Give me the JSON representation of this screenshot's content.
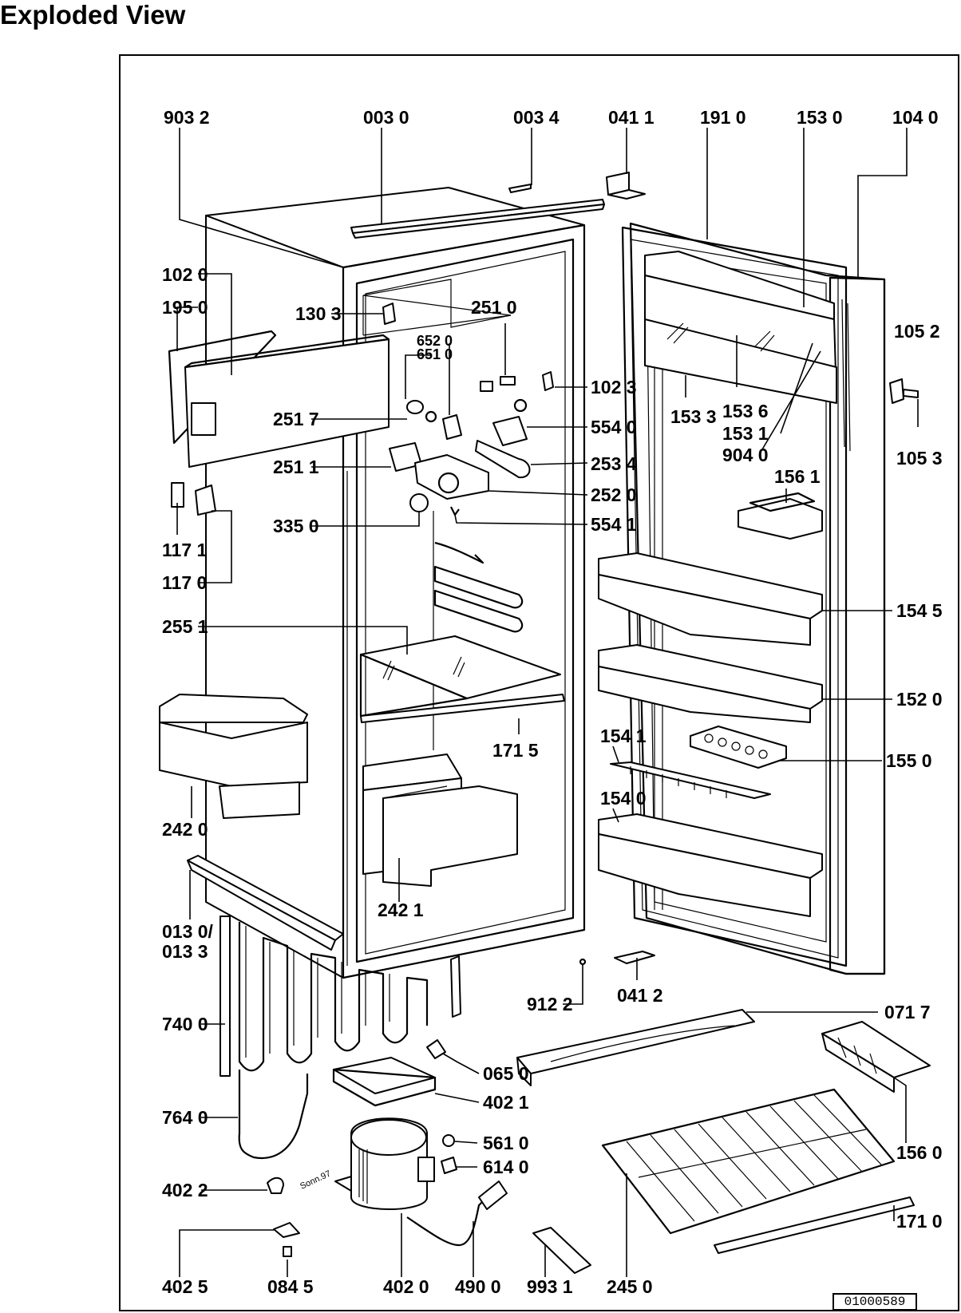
{
  "title": "Exploded View",
  "drawing_number": "01000589",
  "labels": {
    "p903_2": "903 2",
    "p003_0": "003 0",
    "p003_4": "003 4",
    "p041_1": "041 1",
    "p191_0": "191 0",
    "p153_0": "153 0",
    "p104_0": "104 0",
    "p102_0": "102 0",
    "p195_0": "195 0",
    "p130_3": "130 3",
    "p251_0": "251 0",
    "p652_0": "652 0",
    "p651_0": "651 0",
    "p102_3": "102 3",
    "p105_2": "105 2",
    "p251_7": "251 7",
    "p554_0": "554 0",
    "p153_3": "153 3",
    "p153_6": "153 6",
    "p153_1": "153 1",
    "p904_0": "904 0",
    "p105_3": "105 3",
    "p251_1": "251 1",
    "p253_4": "253 4",
    "p252_0": "252 0",
    "p156_1": "156 1",
    "p335_0": "335 0",
    "p554_1": "554 1",
    "p117_1": "117 1",
    "p117_0": "117 0",
    "p255_1": "255 1",
    "p154_5": "154 5",
    "p152_0": "152 0",
    "p171_5": "171 5",
    "p154_1": "154 1",
    "p155_0": "155 0",
    "p242_0": "242 0",
    "p154_0": "154 0",
    "p242_1": "242 1",
    "p013_0": "013 0/",
    "p013_3": "013 3",
    "p912_2": "912 2",
    "p041_2": "041 2",
    "p740_0": "740 0",
    "p071_7": "071 7",
    "p065_0": "065 0",
    "p402_1": "402 1",
    "p764_0": "764 0",
    "p561_0": "561 0",
    "p614_0": "614 0",
    "p156_0": "156 0",
    "p402_2": "402 2",
    "p171_0": "171 0",
    "p402_5": "402 5",
    "p084_5": "084 5",
    "p402_0": "402 0",
    "p490_0": "490 0",
    "p993_1": "993 1",
    "p245_0": "245 0",
    "stamp": "Sonn.97"
  }
}
